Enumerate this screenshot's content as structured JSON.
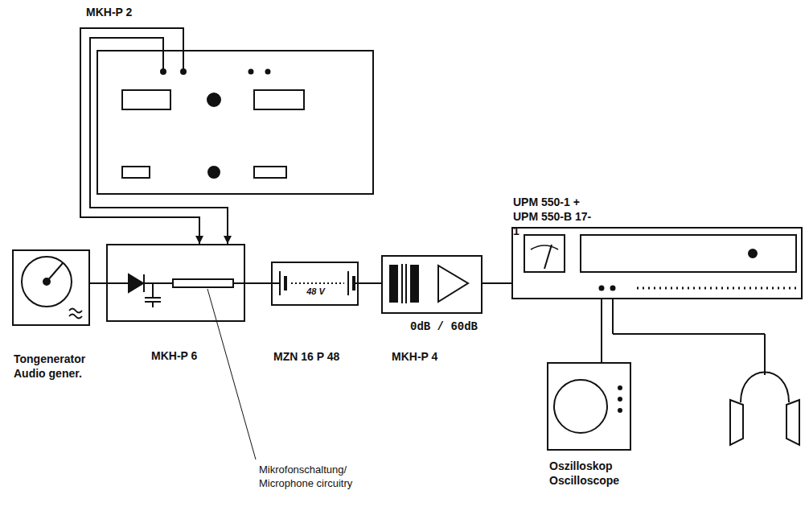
{
  "diagram": {
    "nodes": [
      {
        "text": [
          "MKH-P 2"
        ]
      },
      {
        "text": [
          "Tongenerator Audio gener."
        ]
      },
      {
        "text": [
          "MKH-P 6"
        ]
      },
      {
        "text": [
          "48 V",
          "MZN 16 P 48"
        ]
      },
      {
        "text": [
          "0dB / 60dB",
          "MKH-P 4"
        ]
      },
      {
        "text": [
          "UPM 550-1 + UPM 550-B 17-1"
        ]
      },
      {
        "text": [
          "Oszilloskop Oscilloscope"
        ]
      }
    ],
    "edges": [
      {
        "from": 1,
        "to": 2,
        "arrow": "none"
      },
      {
        "from": 2,
        "to": 3,
        "arrow": "none"
      },
      {
        "from": 3,
        "to": 4,
        "arrow": "none"
      },
      {
        "from": 4,
        "to": 5,
        "arrow": "none"
      },
      {
        "from": 0,
        "to": 2,
        "arrow": "to"
      },
      {
        "from": 5,
        "to": 6,
        "arrow": "none"
      }
    ],
    "labels": [
      "Mikrofonschaltung/ Microphone circuitry"
    ]
  }
}
